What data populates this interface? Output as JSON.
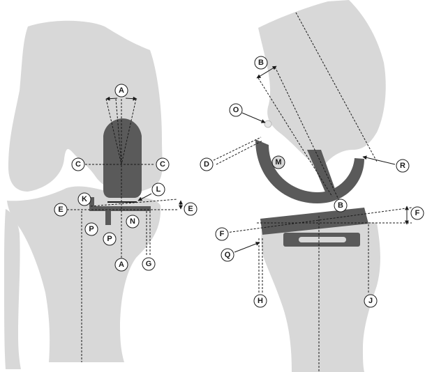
{
  "labels": {
    "A": "A",
    "B": "B",
    "C": "C",
    "D": "D",
    "E": "E",
    "F": "F",
    "G": "G",
    "H": "H",
    "J": "J",
    "K": "K",
    "L": "L",
    "M": "M",
    "N": "N",
    "O": "O",
    "P": "P",
    "Q": "Q",
    "R": "R"
  },
  "colors": {
    "bone": "#d8d8d8",
    "implant": "#5a5a5a",
    "line": "#1a1a1a"
  }
}
